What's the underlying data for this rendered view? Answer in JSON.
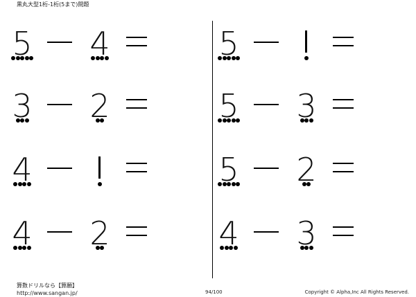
{
  "header": {
    "title": "黒丸大型1桁-1桁(5まで)問題"
  },
  "symbols": {
    "minus": "−",
    "equals": "="
  },
  "problems": [
    {
      "a": "5",
      "b": "4",
      "a_dots": 5,
      "b_dots": 4
    },
    {
      "a": "3",
      "b": "2",
      "a_dots": 3,
      "b_dots": 2
    },
    {
      "a": "4",
      "b": "1",
      "a_dots": 4,
      "b_dots": 1
    },
    {
      "a": "4",
      "b": "2",
      "a_dots": 4,
      "b_dots": 2
    },
    {
      "a": "5",
      "b": "1",
      "a_dots": 5,
      "b_dots": 1
    },
    {
      "a": "5",
      "b": "3",
      "a_dots": 5,
      "b_dots": 3
    },
    {
      "a": "5",
      "b": "2",
      "a_dots": 5,
      "b_dots": 2
    },
    {
      "a": "4",
      "b": "3",
      "a_dots": 4,
      "b_dots": 3
    }
  ],
  "footer": {
    "brand": "算数ドリルなら【算願】",
    "url": "http://www.sangan.jp/",
    "page": "94/100",
    "copyright": "Copyright © Alpha,Inc All Rights Reserved."
  }
}
